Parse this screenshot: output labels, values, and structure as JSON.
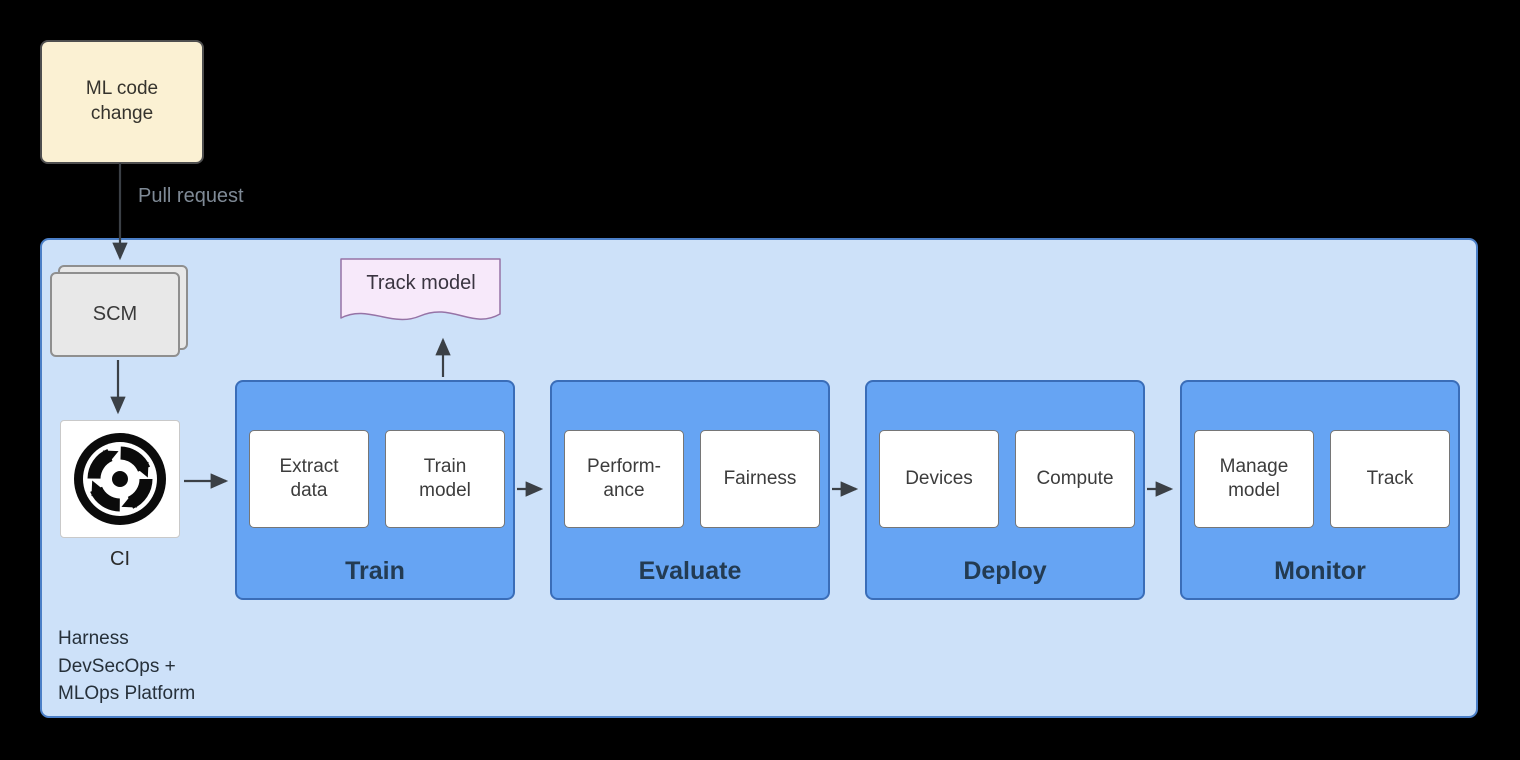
{
  "ml_code_change": {
    "label": "ML code\nchange"
  },
  "pull_request": {
    "label": "Pull request"
  },
  "platform": {
    "label": "Harness\nDevSecOps +\nMLOps Platform"
  },
  "scm": {
    "label": "SCM"
  },
  "ci": {
    "label": "CI",
    "icon": "cycle-arrows-icon"
  },
  "track_model": {
    "label": "Track model"
  },
  "stages": [
    {
      "label": "Train",
      "items": [
        "Extract\ndata",
        "Train\nmodel"
      ]
    },
    {
      "label": "Evaluate",
      "items": [
        "Perform-\nance",
        "Fairness"
      ]
    },
    {
      "label": "Deploy",
      "items": [
        "Devices",
        "Compute"
      ]
    },
    {
      "label": "Monitor",
      "items": [
        "Manage\nmodel",
        "Track"
      ]
    }
  ],
  "colors": {
    "background": "#000000",
    "note_fill": "#fbf1d3",
    "note_border": "#4f4f4f",
    "platform_fill": "#cde1f9",
    "platform_border": "#4b7fc7",
    "stage_fill": "#66a4f3",
    "stage_border": "#3a6db8",
    "item_fill": "#ffffff",
    "item_border": "#767676",
    "scm_fill": "#e8e8e8",
    "scm_border": "#8f8f8f",
    "doc_fill": "#f7e9fa",
    "doc_border": "#9673a6",
    "arrow": "#3b4046",
    "stage_label_text": "#233b52"
  }
}
